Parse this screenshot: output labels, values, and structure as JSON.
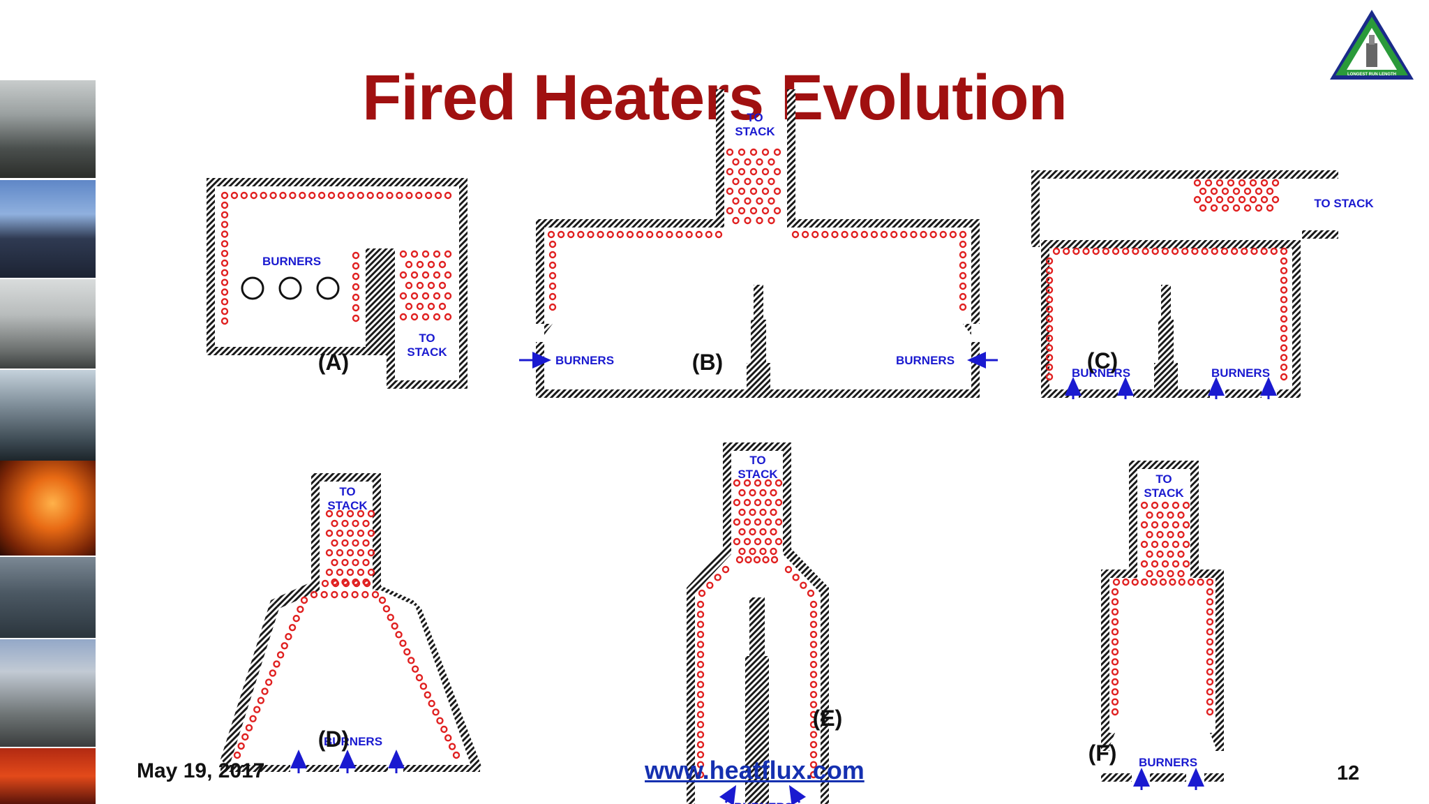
{
  "title": "Fired Heaters Evolution",
  "labels": {
    "burners": "BURNERS",
    "to": "TO",
    "stack": "STACK",
    "to_stack": "TO STACK",
    "a": "(A)",
    "b": "(B)",
    "c": "(C)",
    "d": "(D)",
    "e": "(E)",
    "f": "(F)"
  },
  "footer": {
    "date": "May 19, 2017",
    "url": "www.heatflux.com",
    "page": "12"
  },
  "logo": {
    "text": "LONGEST RUN LENGTH",
    "colors": {
      "outer": "#1a2a8a",
      "inner": "#2a9a3a"
    }
  },
  "colors": {
    "title": "#a01010",
    "tubes": "#e02020",
    "labels": "#1a1ad0",
    "wall": "#1a1a1a"
  },
  "side_photos": [
    "refinery-heater-1",
    "refinery-heater-2",
    "stack-tower",
    "heater-array",
    "flame-tubes",
    "heater-plant",
    "tower-unit",
    "flame-box"
  ]
}
